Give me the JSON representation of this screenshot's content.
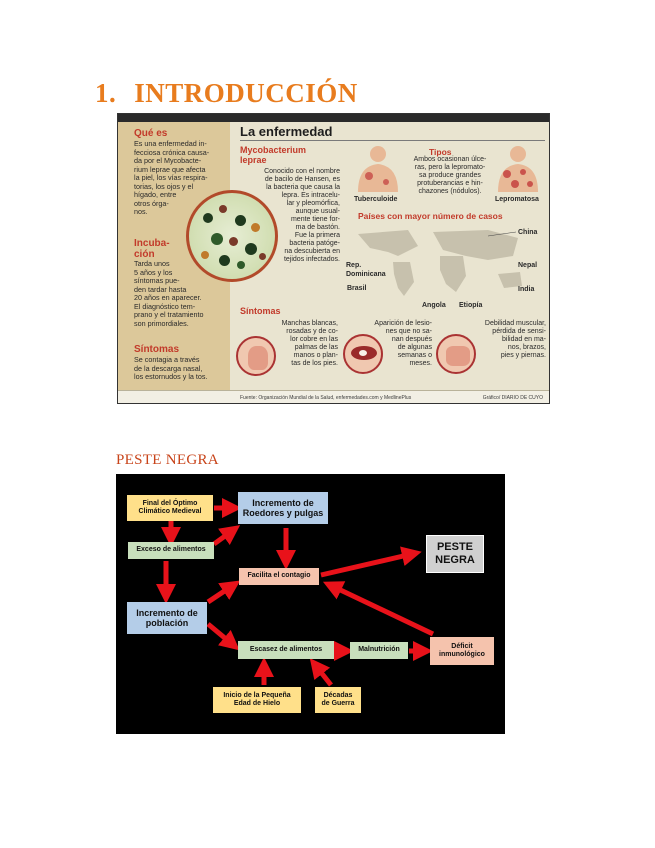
{
  "heading": {
    "number": "1.",
    "title": "INTRODUCCIÓN"
  },
  "infographic": {
    "title": "La enfermedad",
    "sidebar": {
      "que_es_heading": "Qué es",
      "que_es_lines": [
        "Es una enfermedad in-",
        "fecciosa crónica causa-",
        "da por el Mycobacte-",
        "rium leprae que afecta",
        "la piel, los vías respira-",
        "torias, los ojos y el",
        "hígado, entre",
        "otros órga-",
        "nos."
      ],
      "incubacion_heading": [
        "Incuba-",
        "ción"
      ],
      "incubacion_lines": [
        "Tarda unos",
        "5 años y los",
        "síntomas pue-",
        "den tardar hasta",
        "20 años en aparecer.",
        "El diagnóstico tem-",
        "prano y el tratamiento",
        "son primordiales."
      ],
      "sintomas_heading": "Síntomas",
      "sintomas_lines": [
        "Se contagia a través",
        "de la descarga nasal,",
        "los estornudos y la tos."
      ]
    },
    "bacterium": {
      "heading": [
        "Mycobacterium",
        "leprae"
      ],
      "lines": [
        "Conocido con el nombre",
        "de bacilo de Hansen, es",
        "la bacteria que causa la",
        "lepra. Es intracelu-",
        "lar y pleomórfica,",
        "aunque usual-",
        "mente tiene for-",
        "ma de bastón.",
        "Fue la primera",
        "bacteria patóge-",
        "na descubierta en",
        "tejidos infectados."
      ]
    },
    "tipos": {
      "heading": "Tipos",
      "lines": [
        "Ambos ocasionan úlce-",
        "ras, pero la lepromato-",
        "sa produce grandes",
        "protuberancias e hin-",
        "chazones (nódulos)."
      ],
      "left_label": "Tuberculoide",
      "right_label": "Lepromatosa"
    },
    "paises": {
      "heading": "Países con mayor número de casos",
      "labels": [
        "China",
        "Rep. Dominicana",
        "Nepal",
        "Brasil",
        "India",
        "Angola",
        "Etiopía"
      ]
    },
    "sintomas": {
      "heading": "Síntomas",
      "col1": [
        "Manchas blancas,",
        "rosadas y de co-",
        "lor cobre en las",
        "palmas de las",
        "manos o plan-",
        "tas de los pies."
      ],
      "col2": [
        "Aparición de lesio-",
        "nes que no sa-",
        "nan después",
        "de algunas",
        "semanas o",
        "meses."
      ],
      "col3": [
        "Debilidad muscular,",
        "pérdida de sensi-",
        "bilidad en ma-",
        "nos, brazos,",
        "pies y piernas."
      ]
    },
    "footer_source": "Fuente: Organización Mundial de la Salud, enfermedades.com y MedlinePlus",
    "footer_credit": "Gráfico/ DIARIO DE CUYO"
  },
  "section_title": "PESTE NEGRA",
  "diagram": {
    "final_optimo": [
      "Final del Óptimo",
      "Climático Medieval"
    ],
    "incremento_roedores": [
      "Incremento de",
      "Roedores y pulgas"
    ],
    "exceso_alimentos": "Exceso de alimentos",
    "peste_negra": [
      "PESTE",
      "NEGRA"
    ],
    "facilita_contagio": "Facilita el contagio",
    "incremento_poblacion": [
      "Incremento de",
      "población"
    ],
    "escasez_alimentos": "Escasez de alimentos",
    "malnutricion": "Malnutrición",
    "deficit": [
      "Déficit",
      "inmunológico"
    ],
    "pequena_edad": [
      "Inicio de la Pequeña",
      "Edad de Hielo"
    ],
    "decadas_guerra": [
      "Décadas",
      "de Guerra"
    ],
    "colors": {
      "yellow": "#ffe08a",
      "blue": "#b4cde8",
      "green": "#c8dfbc",
      "salmon": "#f5c3ad",
      "gray": "#d0d0d0",
      "arrow": "#e8121a"
    }
  }
}
